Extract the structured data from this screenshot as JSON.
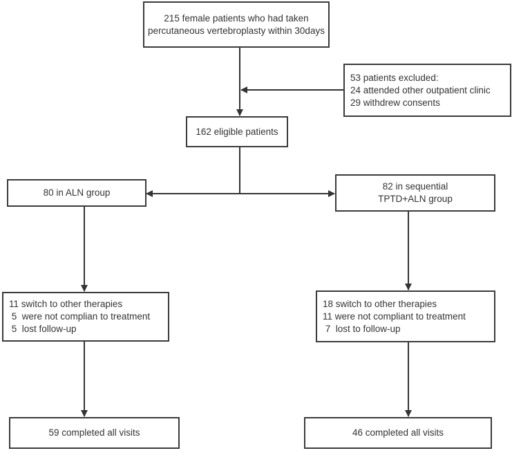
{
  "boxes": {
    "enrolled": [
      "215 female patients who had taken",
      "percutaneous vertebroplasty within 30days"
    ],
    "excluded": [
      "53 patients excluded:",
      "24 attended other outpatient clinic",
      "29 withdrew consents"
    ],
    "eligible": [
      "162 eligible patients"
    ],
    "aln_group": [
      "80 in ALN group"
    ],
    "tptd_group": [
      "82 in sequential",
      "TPTD+ALN group"
    ],
    "aln_dropouts": [
      "11 switch to other therapies",
      " 5  were not complian to treatment",
      " 5  lost follow-up"
    ],
    "tptd_dropouts": [
      "18 switch to other therapies",
      "11 were not compliant to treatment",
      " 7  lost to follow-up"
    ],
    "aln_completed": [
      "59 completed all visits"
    ],
    "tptd_completed": [
      "46 completed all visits"
    ]
  }
}
